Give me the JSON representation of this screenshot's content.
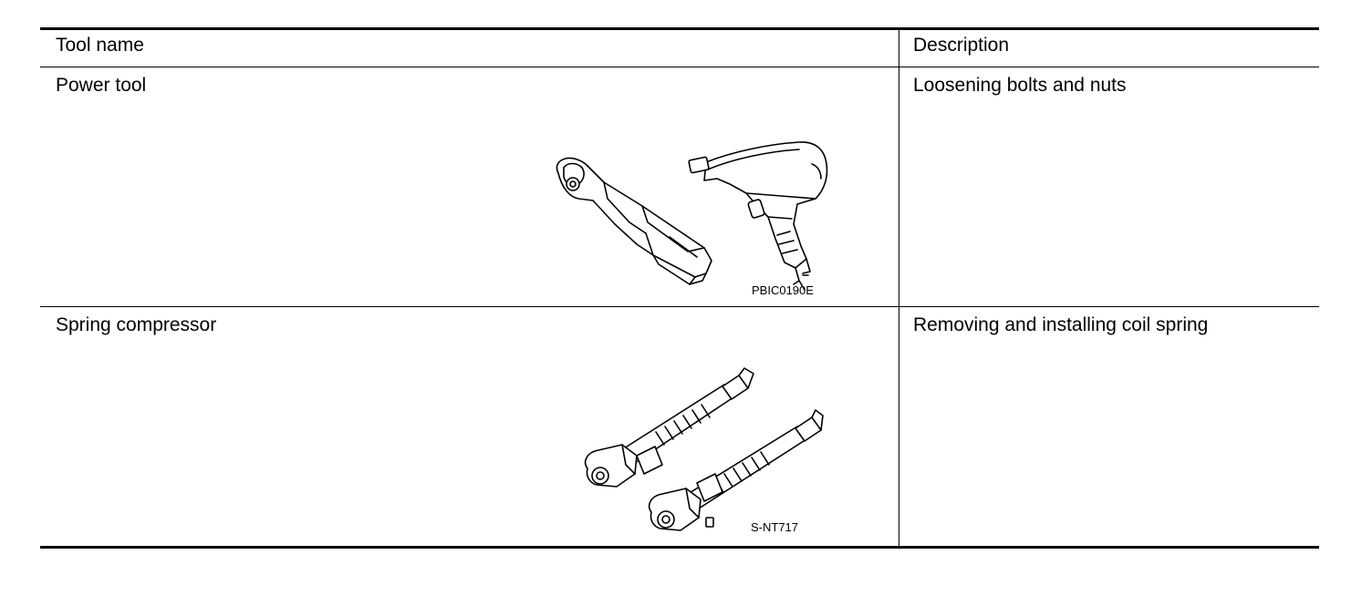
{
  "table": {
    "headers": {
      "tool_name": "Tool name",
      "description": "Description"
    },
    "rows": [
      {
        "tool_name": "Power tool",
        "description": "Loosening bolts and nuts",
        "figure_code": "PBIC0190E",
        "figure_icons": [
          "ratchet-wrench-icon",
          "impact-wrench-icon"
        ]
      },
      {
        "tool_name": "Spring compressor",
        "description": "Removing and installing coil spring",
        "figure_code": "S-NT717",
        "figure_icons": [
          "spring-compressor-icon"
        ]
      }
    ]
  }
}
